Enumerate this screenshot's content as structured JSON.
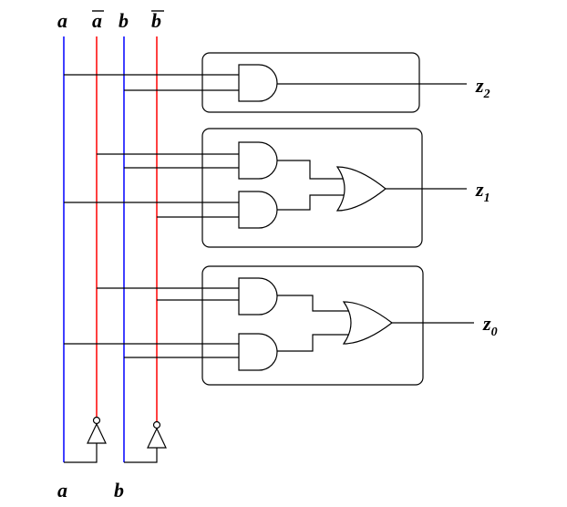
{
  "inputs_top": {
    "a": "a",
    "a_bar": "a",
    "b": "b",
    "b_bar": "b"
  },
  "inputs_bottom": {
    "a": "a",
    "b": "b"
  },
  "outputs": {
    "z2": {
      "base": "z",
      "sub": "2"
    },
    "z1": {
      "base": "z",
      "sub": "1"
    },
    "z0": {
      "base": "z",
      "sub": "0"
    }
  },
  "colors": {
    "a_line": "#0000ff",
    "b_line": "#0000ff",
    "a_bar_line": "#ff0000",
    "b_bar_line": "#ff0000",
    "wire": "#000000"
  }
}
